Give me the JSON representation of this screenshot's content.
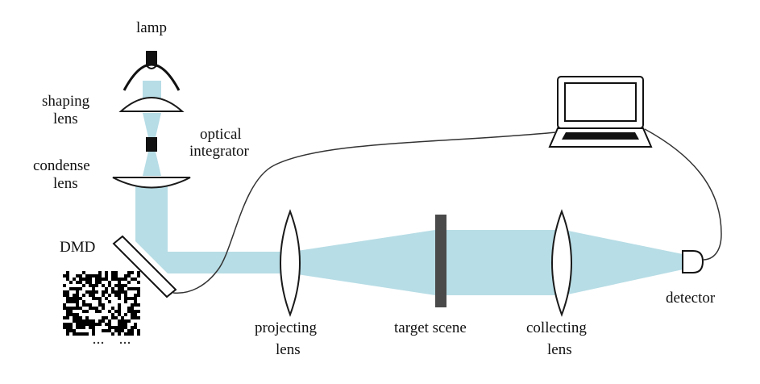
{
  "labels": {
    "lamp": "lamp",
    "shaping_lens_line1": "shaping",
    "shaping_lens_line2": "lens",
    "optical_integrator_line1": "optical",
    "optical_integrator_line2": "integrator",
    "condense_lens_line1": "condense",
    "condense_lens_line2": "lens",
    "dmd": "DMD",
    "projecting_lens_line1": "projecting",
    "projecting_lens_line2": "lens",
    "target_scene": "target scene",
    "collecting_lens_line1": "collecting",
    "collecting_lens_line2": "lens",
    "detector": "detector"
  },
  "colors": {
    "beam": "#b7dde6",
    "lens_stroke": "#1a1a1a",
    "target": "#4a4a4a",
    "cable": "#333333",
    "ink": "#111111"
  }
}
